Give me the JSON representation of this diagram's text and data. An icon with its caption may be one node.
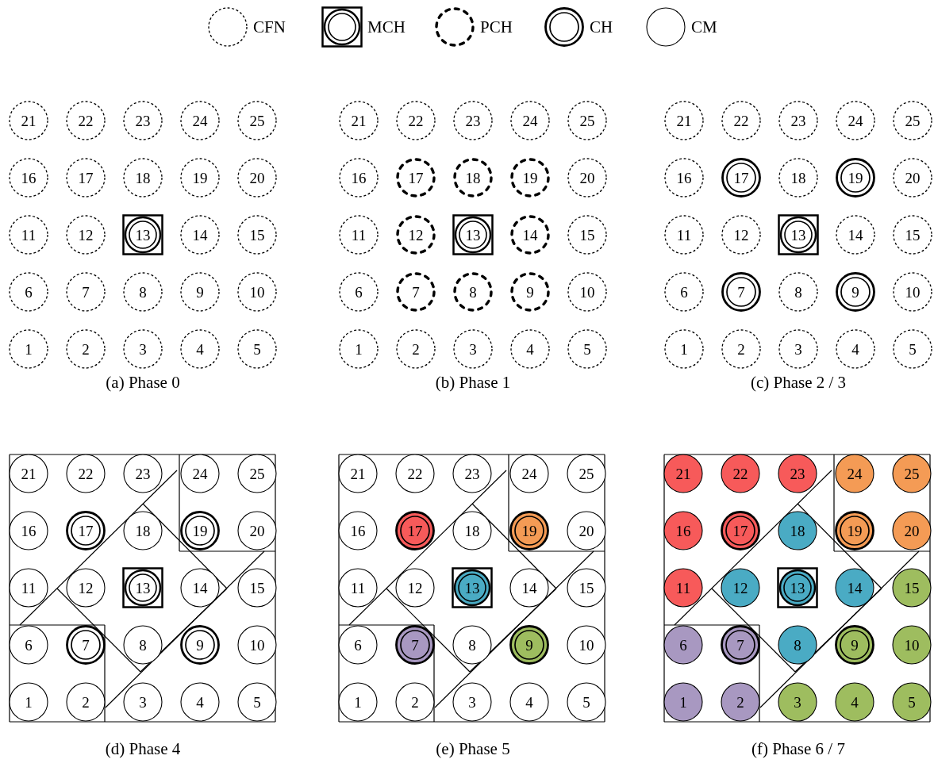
{
  "diagram": {
    "nodes": [
      {
        "text": [
          "21"
        ]
      },
      {
        "text": [
          "22"
        ]
      },
      {
        "text": [
          "23"
        ]
      },
      {
        "text": [
          "24"
        ]
      },
      {
        "text": [
          "25"
        ]
      },
      {
        "text": [
          "16"
        ]
      },
      {
        "text": [
          "17"
        ]
      },
      {
        "text": [
          "18"
        ]
      },
      {
        "text": [
          "19"
        ]
      },
      {
        "text": [
          "20"
        ]
      },
      {
        "text": [
          "11"
        ]
      },
      {
        "text": [
          "12"
        ]
      },
      {
        "text": [
          "13"
        ]
      },
      {
        "text": [
          "14"
        ]
      },
      {
        "text": [
          "15"
        ]
      },
      {
        "text": [
          "6"
        ]
      },
      {
        "text": [
          "7"
        ]
      },
      {
        "text": [
          "8"
        ]
      },
      {
        "text": [
          "9"
        ]
      },
      {
        "text": [
          "10"
        ]
      },
      {
        "text": [
          "1"
        ]
      },
      {
        "text": [
          "2"
        ]
      },
      {
        "text": [
          "3"
        ]
      },
      {
        "text": [
          "4"
        ]
      },
      {
        "text": [
          "5"
        ]
      },
      {
        "text": [
          "21"
        ]
      },
      {
        "text": [
          "22"
        ]
      },
      {
        "text": [
          "23"
        ]
      },
      {
        "text": [
          "24"
        ]
      },
      {
        "text": [
          "25"
        ]
      },
      {
        "text": [
          "16"
        ]
      },
      {
        "text": [
          "17"
        ]
      },
      {
        "text": [
          "18"
        ]
      },
      {
        "text": [
          "19"
        ]
      },
      {
        "text": [
          "20"
        ]
      },
      {
        "text": [
          "11"
        ]
      },
      {
        "text": [
          "12"
        ]
      },
      {
        "text": [
          "13"
        ]
      },
      {
        "text": [
          "14"
        ]
      },
      {
        "text": [
          "15"
        ]
      },
      {
        "text": [
          "6"
        ]
      },
      {
        "text": [
          "7"
        ]
      },
      {
        "text": [
          "8"
        ]
      },
      {
        "text": [
          "9"
        ]
      },
      {
        "text": [
          "10"
        ]
      },
      {
        "text": [
          "1"
        ]
      },
      {
        "text": [
          "2"
        ]
      },
      {
        "text": [
          "3"
        ]
      },
      {
        "text": [
          "4"
        ]
      },
      {
        "text": [
          "5"
        ]
      },
      {
        "text": [
          "21"
        ]
      },
      {
        "text": [
          "22"
        ]
      },
      {
        "text": [
          "23"
        ]
      },
      {
        "text": [
          "24"
        ]
      },
      {
        "text": [
          "25"
        ]
      },
      {
        "text": [
          "16"
        ]
      },
      {
        "text": [
          "17"
        ]
      },
      {
        "text": [
          "18"
        ]
      },
      {
        "text": [
          "19"
        ]
      },
      {
        "text": [
          "20"
        ]
      },
      {
        "text": [
          "11"
        ]
      },
      {
        "text": [
          "12"
        ]
      },
      {
        "text": [
          "13"
        ]
      },
      {
        "text": [
          "14"
        ]
      },
      {
        "text": [
          "15"
        ]
      },
      {
        "text": [
          "6"
        ]
      },
      {
        "text": [
          "7"
        ]
      },
      {
        "text": [
          "8"
        ]
      },
      {
        "text": [
          "9"
        ]
      },
      {
        "text": [
          "10"
        ]
      },
      {
        "text": [
          "1"
        ]
      },
      {
        "text": [
          "2"
        ]
      },
      {
        "text": [
          "3"
        ]
      },
      {
        "text": [
          "4"
        ]
      },
      {
        "text": [
          "5"
        ]
      },
      {
        "text": [
          "21"
        ]
      },
      {
        "text": [
          "22"
        ]
      },
      {
        "text": [
          "23"
        ]
      },
      {
        "text": [
          "24"
        ]
      },
      {
        "text": [
          "25"
        ]
      },
      {
        "text": [
          "16"
        ]
      },
      {
        "text": [
          "17"
        ]
      },
      {
        "text": [
          "18"
        ]
      },
      {
        "text": [
          "19"
        ]
      },
      {
        "text": [
          "20"
        ]
      },
      {
        "text": [
          "11"
        ]
      },
      {
        "text": [
          "12"
        ]
      },
      {
        "text": [
          "13"
        ]
      },
      {
        "text": [
          "14"
        ]
      },
      {
        "text": [
          "15"
        ]
      },
      {
        "text": [
          "6"
        ]
      },
      {
        "text": [
          "7"
        ]
      },
      {
        "text": [
          "8"
        ]
      },
      {
        "text": [
          "9"
        ]
      },
      {
        "text": [
          "10"
        ]
      },
      {
        "text": [
          "1"
        ]
      },
      {
        "text": [
          "2"
        ]
      },
      {
        "text": [
          "3"
        ]
      },
      {
        "text": [
          "4"
        ]
      },
      {
        "text": [
          "5"
        ]
      },
      {
        "text": [
          "21"
        ]
      },
      {
        "text": [
          "22"
        ]
      },
      {
        "text": [
          "23"
        ]
      },
      {
        "text": [
          "24"
        ]
      },
      {
        "text": [
          "25"
        ]
      },
      {
        "text": [
          "16"
        ]
      },
      {
        "text": [
          "17"
        ]
      },
      {
        "text": [
          "18"
        ]
      },
      {
        "text": [
          "19"
        ]
      },
      {
        "text": [
          "20"
        ]
      },
      {
        "text": [
          "11"
        ]
      },
      {
        "text": [
          "12"
        ]
      },
      {
        "text": [
          "13"
        ]
      },
      {
        "text": [
          "14"
        ]
      },
      {
        "text": [
          "15"
        ]
      },
      {
        "text": [
          "6"
        ]
      },
      {
        "text": [
          "7"
        ]
      },
      {
        "text": [
          "8"
        ]
      },
      {
        "text": [
          "9"
        ]
      },
      {
        "text": [
          "10"
        ]
      },
      {
        "text": [
          "1"
        ]
      },
      {
        "text": [
          "2"
        ]
      },
      {
        "text": [
          "3"
        ]
      },
      {
        "text": [
          "4"
        ]
      },
      {
        "text": [
          "5"
        ]
      },
      {
        "text": [
          "21"
        ]
      },
      {
        "text": [
          "22"
        ]
      },
      {
        "text": [
          "23"
        ]
      },
      {
        "text": [
          "24"
        ]
      },
      {
        "text": [
          "25"
        ]
      },
      {
        "text": [
          "16"
        ]
      },
      {
        "text": [
          "17"
        ]
      },
      {
        "text": [
          "18"
        ]
      },
      {
        "text": [
          "19"
        ]
      },
      {
        "text": [
          "20"
        ]
      },
      {
        "text": [
          "11"
        ]
      },
      {
        "text": [
          "12"
        ]
      },
      {
        "text": [
          "13"
        ]
      },
      {
        "text": [
          "14"
        ]
      },
      {
        "text": [
          "15"
        ]
      },
      {
        "text": [
          "6"
        ]
      },
      {
        "text": [
          "7"
        ]
      },
      {
        "text": [
          "8"
        ]
      },
      {
        "text": [
          "9"
        ]
      },
      {
        "text": [
          "10"
        ]
      },
      {
        "text": [
          "1"
        ]
      },
      {
        "text": [
          "2"
        ]
      },
      {
        "text": [
          "3"
        ]
      },
      {
        "text": [
          "4"
        ]
      },
      {
        "text": [
          "5"
        ]
      }
    ],
    "labels": [
      "(a) Phase 0",
      "(b) Phase 1",
      "(c) Phase 2 / 3",
      "(d) Phase 4",
      "(e) Phase 5",
      "(f) Phase 6 / 7"
    ],
    "legend": [
      {
        "text": "CFN"
      },
      {
        "text": "MCH"
      },
      {
        "text": "PCH"
      },
      {
        "text": "CH"
      },
      {
        "text": "CM"
      }
    ]
  }
}
